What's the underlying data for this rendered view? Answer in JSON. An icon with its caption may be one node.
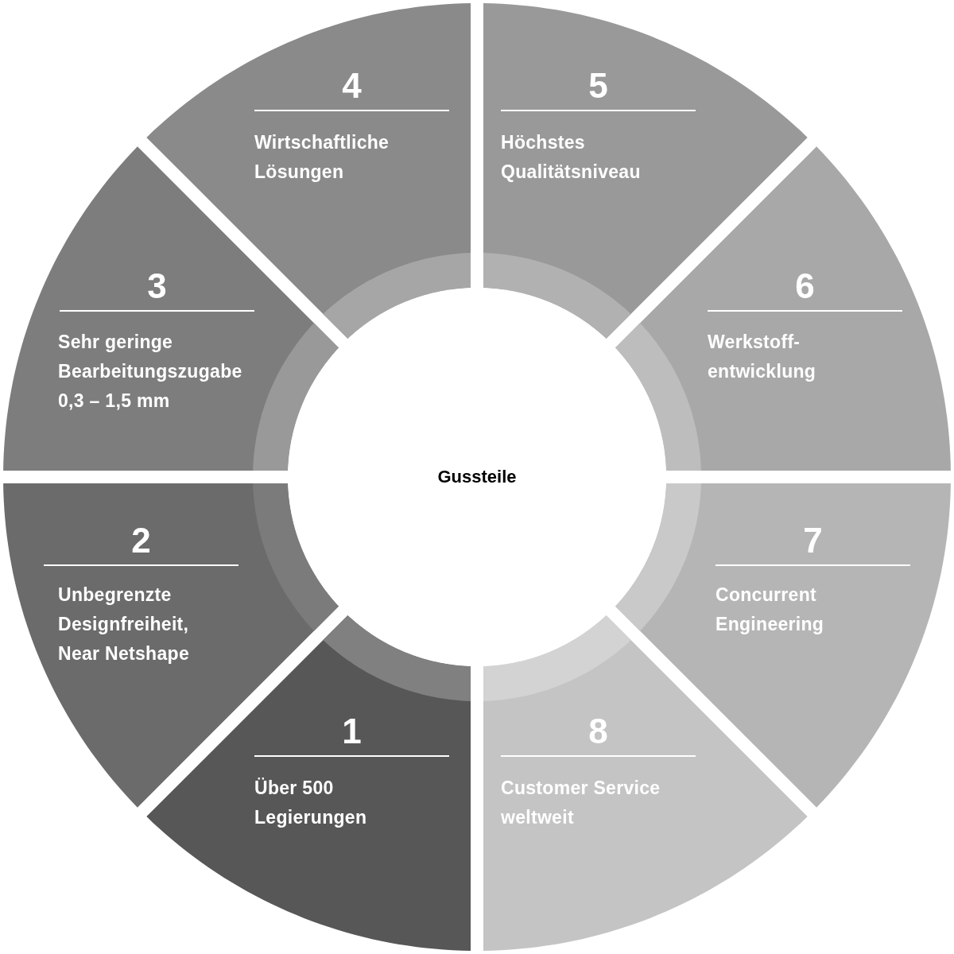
{
  "diagram": {
    "nodes": [
      {
        "text": [
          "1",
          "Über 500 Legierungen"
        ]
      },
      {
        "text": [
          "2",
          "Unbegrenzte Designfreiheit, Near Netshape"
        ]
      },
      {
        "text": [
          "3",
          "Sehr geringe Bearbeitungszugabe 0,3 – 1,5 mm"
        ]
      },
      {
        "text": [
          "4",
          "Wirtschaftliche Lösungen"
        ]
      },
      {
        "text": [
          "5",
          "Höchstes Qualitätsniveau"
        ]
      },
      {
        "text": [
          "6",
          "Werkstoff- entwicklung"
        ]
      },
      {
        "text": [
          "7",
          "Concurrent Engineering"
        ]
      },
      {
        "text": [
          "8",
          "Customer Service weltweit"
        ]
      },
      {
        "text": [
          "Gussteile"
        ]
      }
    ],
    "edges": []
  }
}
